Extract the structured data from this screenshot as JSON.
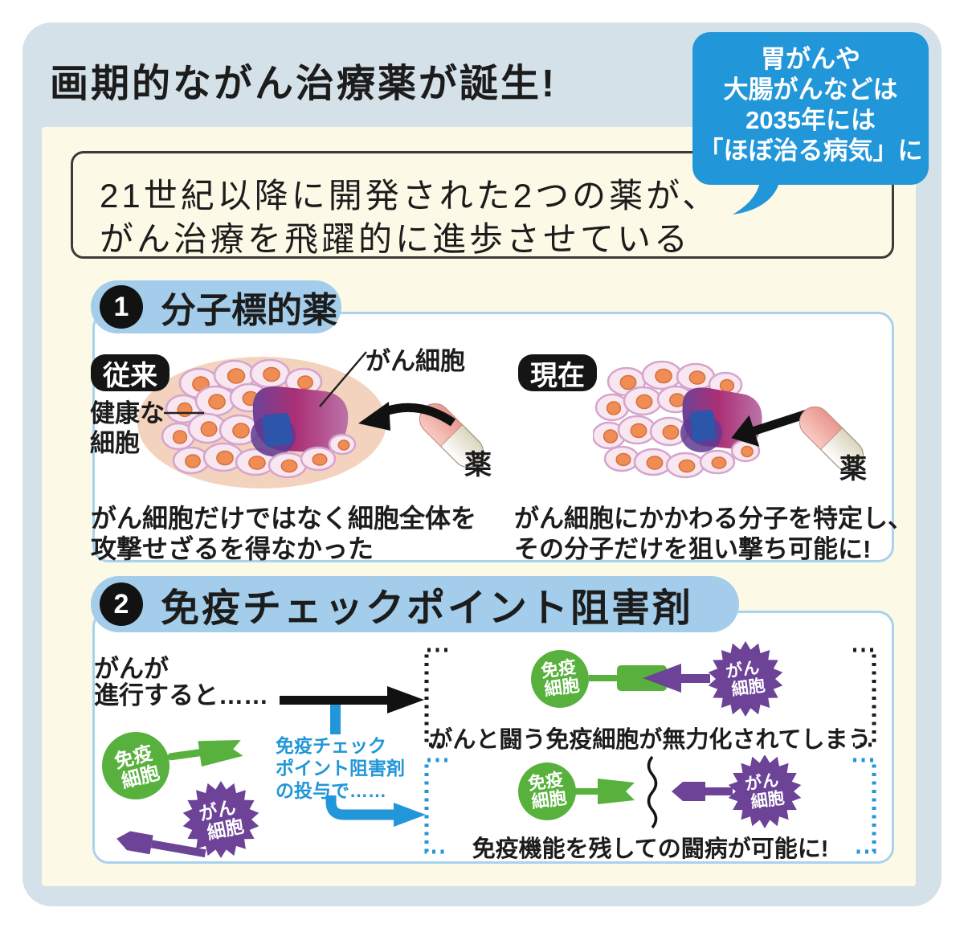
{
  "page": {
    "title": "画期的ながん治療薬が誕生!"
  },
  "speech_bubble": {
    "line1": "胃がんや",
    "line2": "大腸がんなどは",
    "line3": "2035年には",
    "line4": "「ほぼ治る病気」に"
  },
  "intro": {
    "line1": "21世紀以降に開発された2つの薬が、",
    "line2": "がん治療を飛躍的に進歩させている"
  },
  "section1": {
    "number": "1",
    "heading": "分子標的薬",
    "before": {
      "tag": "従来",
      "cancer_label": "がん細胞",
      "healthy_line1": "健康な",
      "healthy_line2": "細胞",
      "drug": "薬",
      "caption1": "がん細胞だけではなく細胞全体を",
      "caption2": "攻撃せざるを得なかった"
    },
    "after": {
      "tag": "現在",
      "drug": "薬",
      "caption1": "がん細胞にかかわる分子を特定し、",
      "caption2": "その分子だけを狙い撃ち可能に!"
    }
  },
  "section2": {
    "number": "2",
    "heading": "免疫チェックポイント阻害剤",
    "progress1": "がんが",
    "progress2": "進行すると……",
    "inhibitor1": "免疫チェック",
    "inhibitor2": "ポイント阻害剤",
    "inhibitor3": "の投与で……",
    "immune1": "免疫",
    "immune2": "細胞",
    "cancer1": "がん",
    "cancer2": "細胞",
    "outcome_blocked": "がんと闘う免疫細胞が無力化されてしまう",
    "outcome_free": "免疫機能を残しての闘病が可能に!"
  },
  "colors": {
    "accent_blue": "#2196d8",
    "panel_blue": "#d4e1e9",
    "cream": "#fcf9e7",
    "header_pill_blue": "#a3cdea",
    "box_border_blue": "#a9d2ee",
    "tag_black": "#151515",
    "immune_green": "#57b13c",
    "cancer_purple": "#6d4397",
    "peach": "#f3d3be",
    "cell_pink": "#f8e6f1",
    "nucleus_orange": "#f08d55",
    "tumor_magenta": "#b13077",
    "tumor_purple": "#6b4397",
    "patch_blue": "#2d55a9",
    "capsule_pink": "#efaea6",
    "capsule_ivory": "#f4f1e0"
  }
}
